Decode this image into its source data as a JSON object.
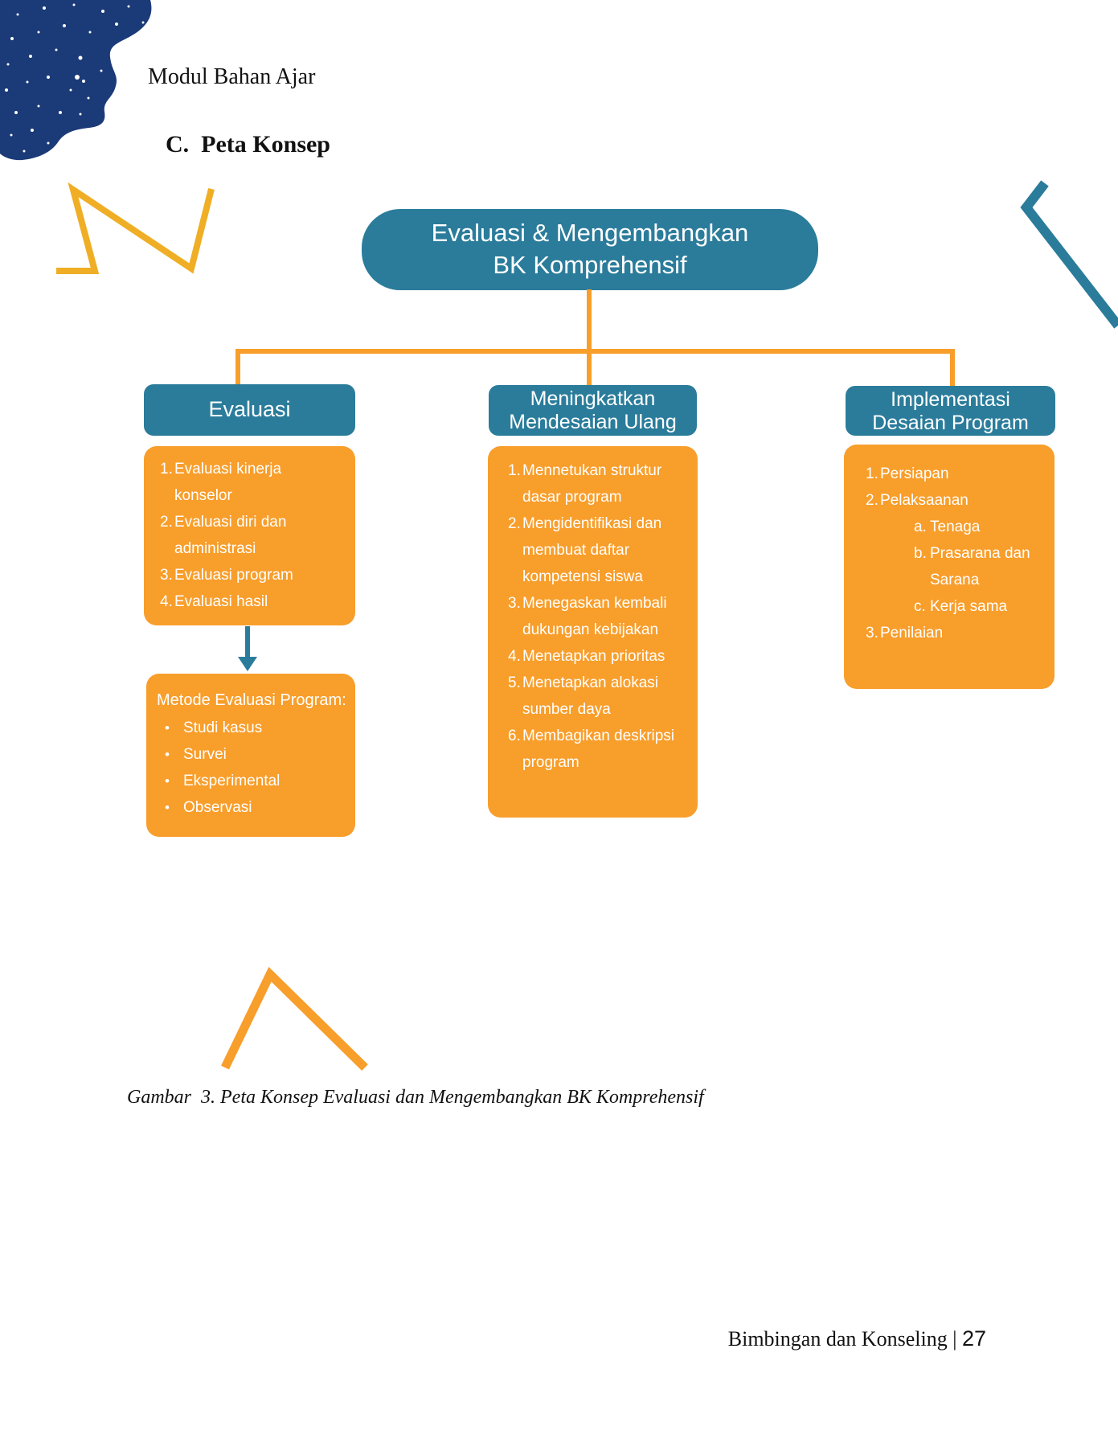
{
  "page": {
    "header_label": "Modul Bahan Ajar",
    "section_heading": "C.  Peta Konsep",
    "caption": "Gambar  3. Peta Konsep Evaluasi dan Mengembangkan BK Komprehensif",
    "footer_text": "Bimbingan dan Konseling | ",
    "footer_page": "27"
  },
  "colors": {
    "teal": "#2b7c9b",
    "orange": "#f89e2b",
    "yellow": "#efae25",
    "navy": "#1b3a78"
  },
  "diagram": {
    "title": "Evaluasi & Mengembangkan\nBK Komprehensif",
    "columns": [
      {
        "header": "Evaluasi",
        "items": [
          {
            "num": "1.",
            "text": "Evaluasi kinerja\nkonselor"
          },
          {
            "num": "2.",
            "text": "Evaluasi diri dan\nadministrasi"
          },
          {
            "num": "3.",
            "text": "Evaluasi program"
          },
          {
            "num": "4.",
            "text": "Evaluasi hasil"
          }
        ],
        "method_box": {
          "title": "Metode Evaluasi Program:",
          "bullet_glyph": "•",
          "bullets": [
            "Studi kasus",
            "Survei",
            "Eksperimental",
            "Observasi"
          ]
        }
      },
      {
        "header": "Meningkatkan\nMendesaian Ulang",
        "items": [
          {
            "num": "1.",
            "text": "Mennetukan struktur\ndasar program"
          },
          {
            "num": "2.",
            "text": "Mengidentifikasi dan\nmembuat daftar\nkompetensi siswa"
          },
          {
            "num": "3.",
            "text": "Menegaskan kembali\ndukungan kebijakan"
          },
          {
            "num": "4.",
            "text": "Menetapkan prioritas"
          },
          {
            "num": "5.",
            "text": "Menetapkan alokasi\nsumber daya"
          },
          {
            "num": "6.",
            "text": "Membagikan deskripsi\nprogram"
          }
        ]
      },
      {
        "header": "Implementasi\nDesaian Program",
        "items": [
          {
            "num": "1.",
            "text": "Persiapan"
          },
          {
            "num": "2.",
            "text": "Pelaksaanan"
          },
          {
            "num": "a.",
            "text": "Tenaga"
          },
          {
            "num": "b.",
            "text": "Prasarana dan\nSarana"
          },
          {
            "num": "c.",
            "text": "Kerja sama"
          },
          {
            "num": "3.",
            "text": "Penilaian"
          }
        ]
      }
    ]
  }
}
